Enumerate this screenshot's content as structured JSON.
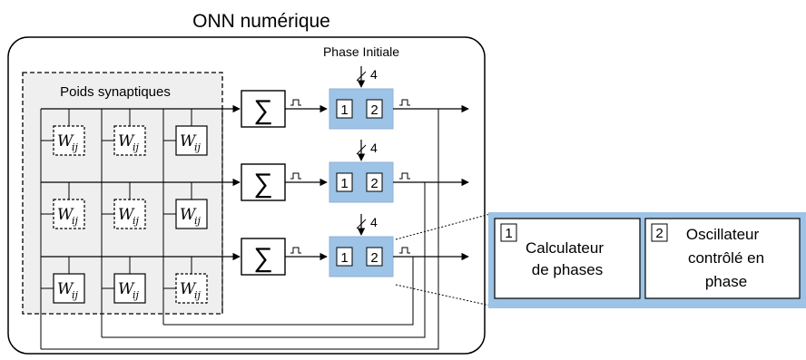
{
  "title": "ONN numérique",
  "weights_label": "Poids synaptiques",
  "phase_label": "Phase Initiale",
  "bus_width": "4",
  "weight_symbol": "W",
  "weight_subscript": "ij",
  "sum_symbol": "∑",
  "block_numbers": [
    "1",
    "2"
  ],
  "legend": {
    "item1_number": "1",
    "item1_line1": "Calculateur",
    "item1_line2": "de phases",
    "item2_number": "2",
    "item2_line1": "Oscillateur",
    "item2_line2": "contrôlé en",
    "item2_line3": "phase"
  },
  "weight_cells": [
    [
      "dashed",
      "dashed",
      "solid"
    ],
    [
      "dashed",
      "dashed",
      "solid"
    ],
    [
      "solid",
      "solid",
      "dashed"
    ]
  ],
  "colors": {
    "oscillator_fill": "#9DC3E6",
    "legend_fill": "#9DC3E6",
    "matrix_fill": "#EFEFEF"
  }
}
